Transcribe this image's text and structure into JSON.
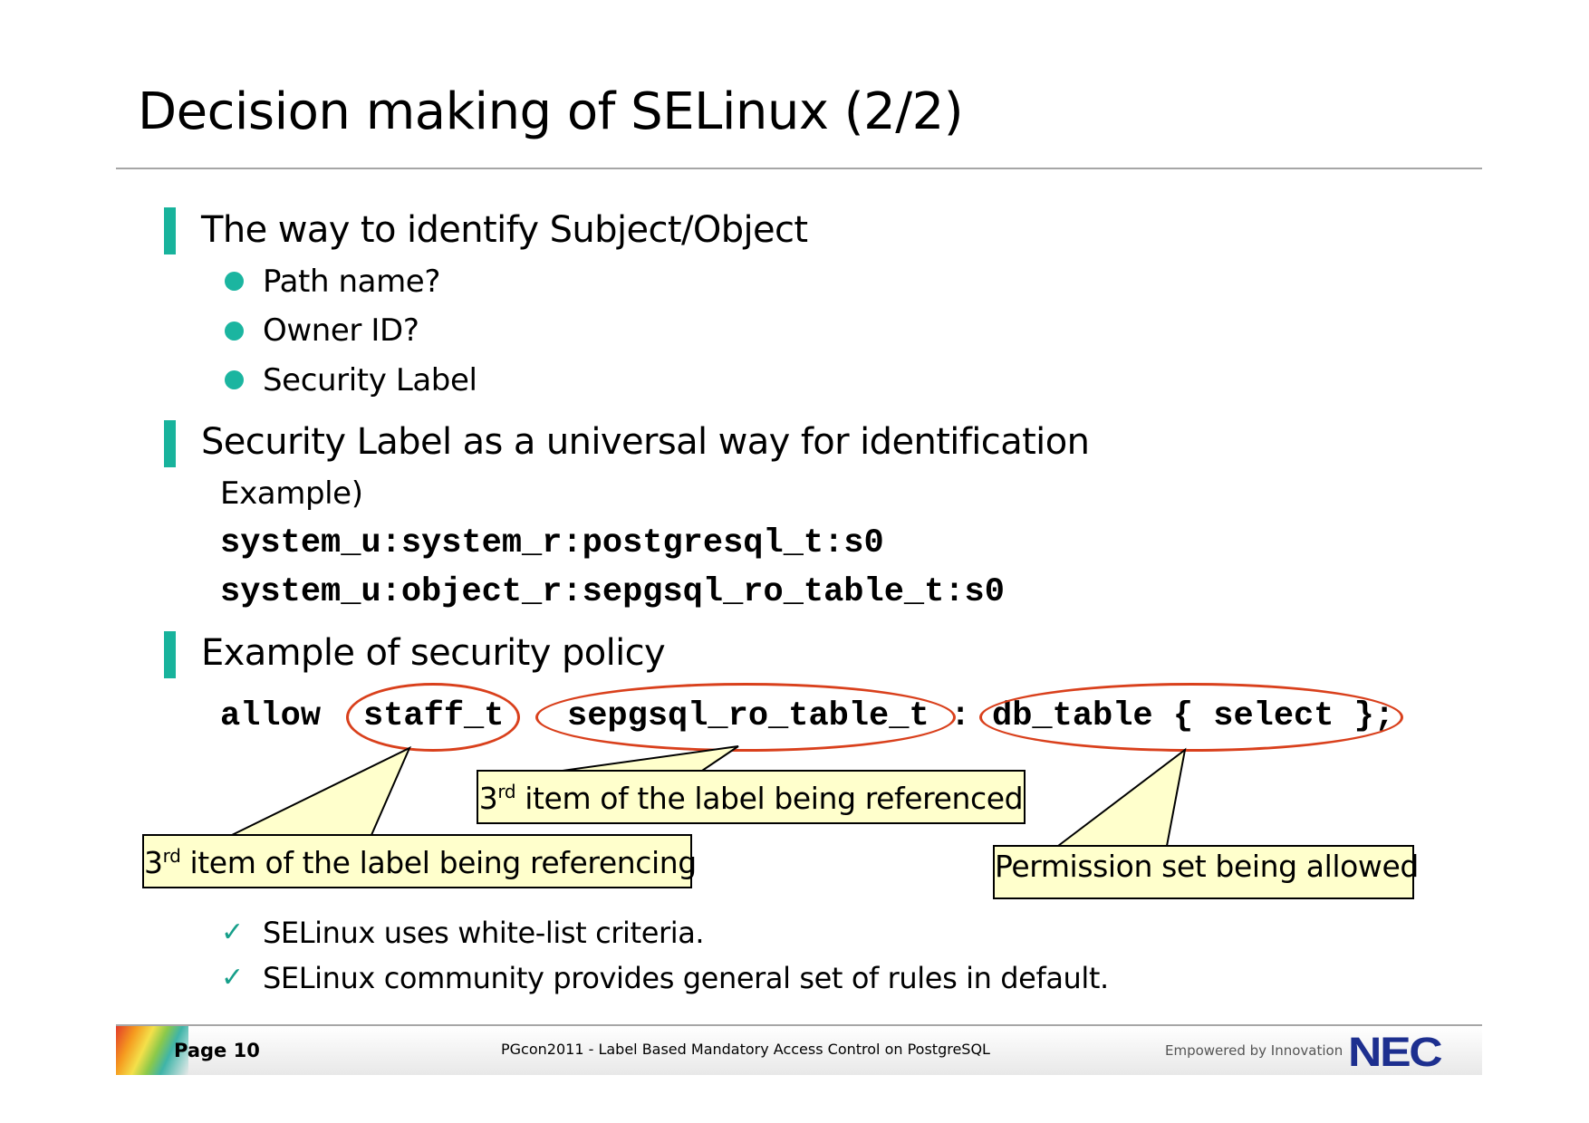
{
  "title": "Decision making of SELinux (2/2)",
  "sections": [
    {
      "heading": "The way to identify Subject/Object",
      "bullets": [
        "Path name?",
        "Owner ID?",
        "Security Label"
      ]
    },
    {
      "heading": "Security Label as a universal way for identification",
      "example_label": "Example)",
      "code_lines": [
        "system_u:system_r:postgresql_t:s0",
        "system_u:object_r:sepgsql_ro_table_t:s0"
      ]
    },
    {
      "heading": "Example of security policy",
      "policy": {
        "keyword": "allow",
        "subject": "staff_t",
        "target": "sepgsql_ro_table_t",
        "colon": ":",
        "permissions": "db_table { select };"
      }
    }
  ],
  "callouts": {
    "referenced": {
      "ordinal": "3",
      "sup": "rd",
      "text": " item of the label being referenced"
    },
    "referencing": {
      "ordinal": "3",
      "sup": "rd",
      "text": " item of the label being referencing"
    },
    "permission": {
      "text": "Permission set being allowed"
    }
  },
  "notes": [
    "SELinux uses white-list criteria.",
    "SELinux community provides general set of rules in default."
  ],
  "check_glyph": "✓",
  "footer": {
    "page": "Page 10",
    "center_text": "PGcon2011 - Label Based Mandatory Access Control on PostgreSQL",
    "tagline": "Empowered by Innovation",
    "logo": "NEC"
  },
  "colors": {
    "accent": "#18b39c",
    "ellipse": "#d9401c",
    "callout_fill": "#ffffcc",
    "logo": "#1d2f8f"
  }
}
